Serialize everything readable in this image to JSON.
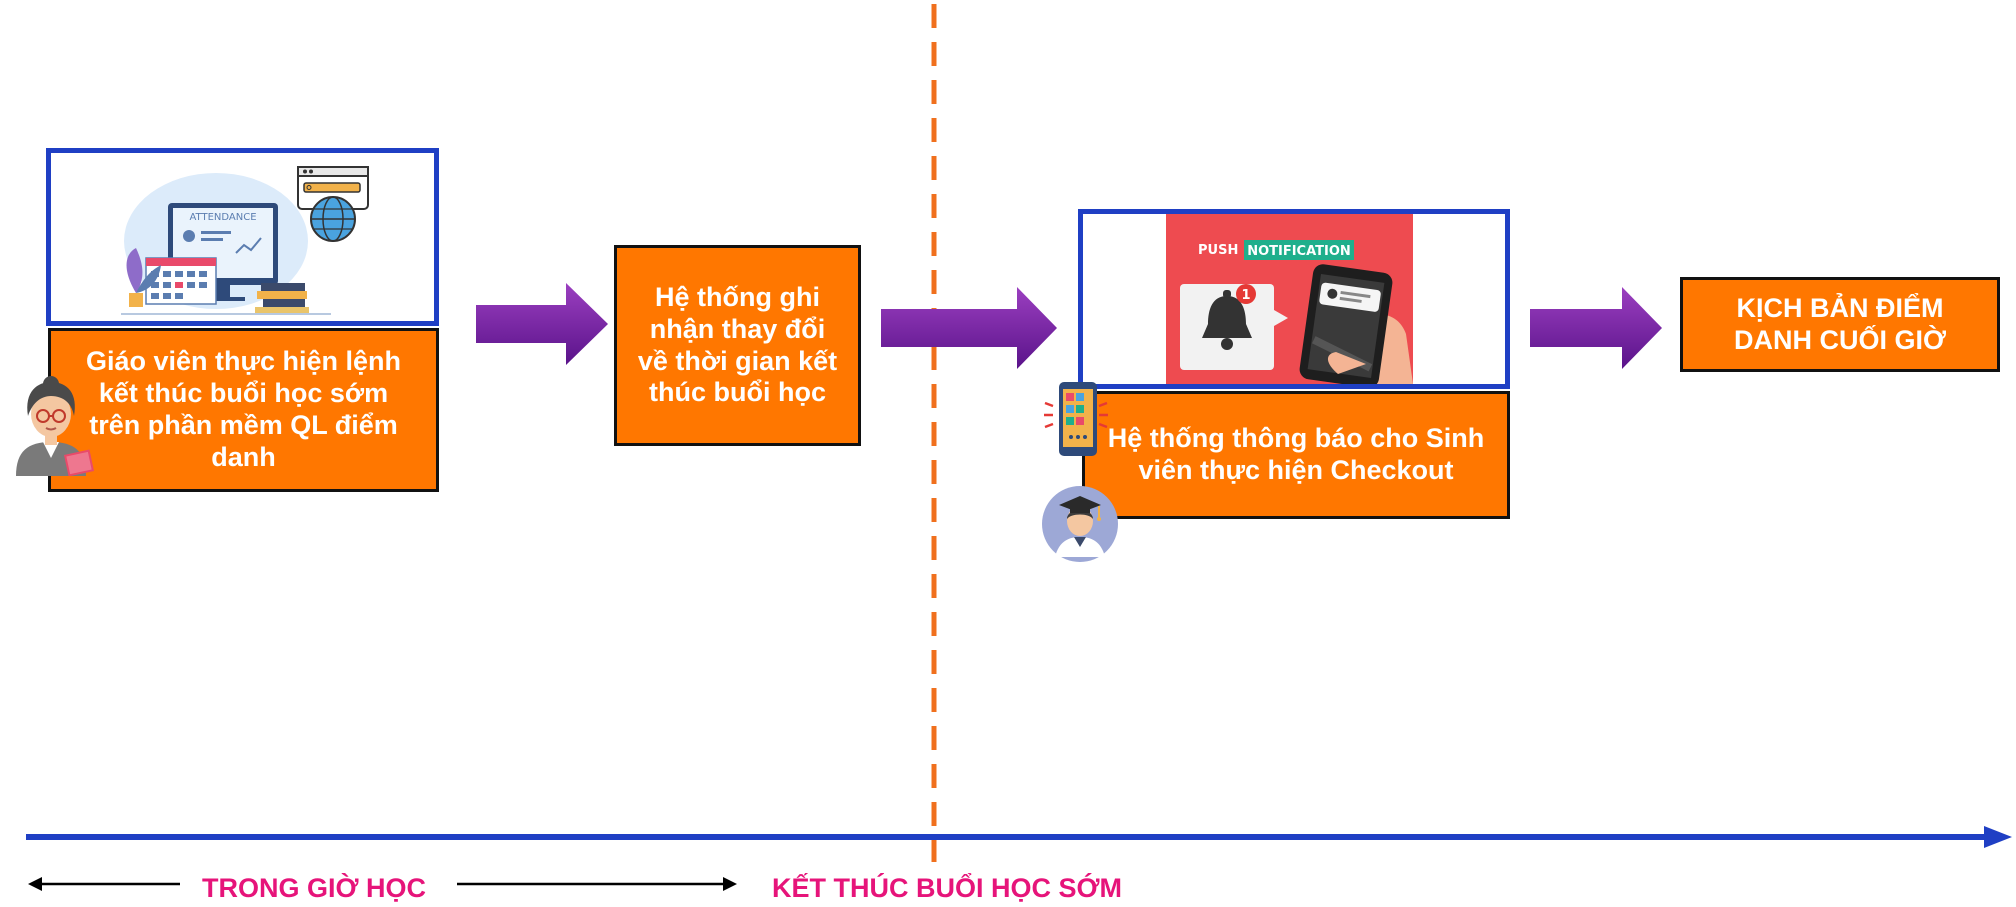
{
  "steps": [
    {
      "text": "Giáo viên thực hiện lệnh kết thúc buổi học sớm trên phần mềm QL điểm danh"
    },
    {
      "text": "Hệ thống ghi nhận thay đổi về thời gian kết thúc buổi học"
    },
    {
      "text": "Hệ thống thông báo cho Sinh viên thực hiện Checkout"
    },
    {
      "text": "KỊCH BẢN ĐIỂM DANH CUỐI GIỜ"
    }
  ],
  "illustrations": {
    "attendance_label": "ATTENDANCE",
    "push_word": "PUSH",
    "notification_word": "NOTIFICATION",
    "badge_count": "1"
  },
  "timeline": {
    "phase_1": "TRONG GIỜ HỌC",
    "phase_2": "KẾT THÚC BUỔI HỌC SỚM"
  },
  "colors": {
    "box_fill": "#FF7700",
    "frame_border": "#1F3FC4",
    "arrow_purple": "#6A1B9A",
    "timeline_blue": "#1F3FC4",
    "divider_orange": "#F0701E",
    "label_pink": "#E6147A"
  },
  "icons": [
    "attendance-monitor-icon",
    "globe-browser-icon",
    "bell-icon",
    "smartphone-icon",
    "teacher-avatar-icon",
    "student-avatar-icon"
  ]
}
